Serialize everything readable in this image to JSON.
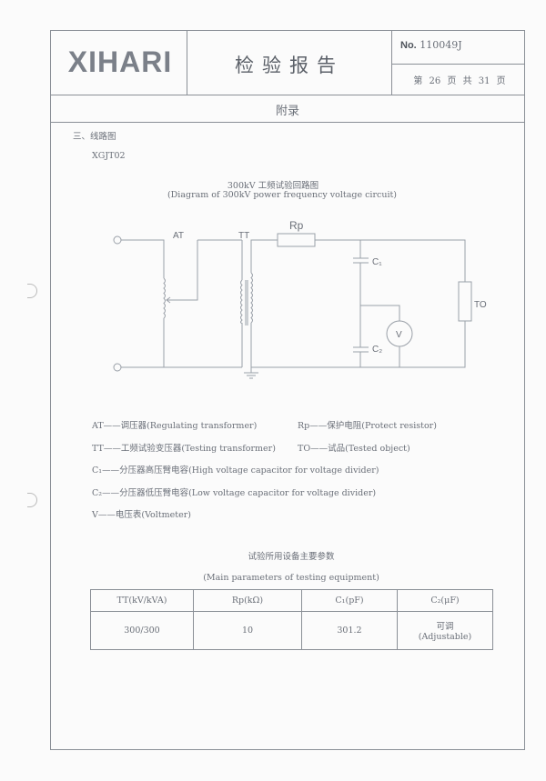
{
  "header": {
    "logo": "XIHARI",
    "title": "检验报告",
    "report_no_label": "No.",
    "report_no": "110049J",
    "page_info": "第 26 页 共 31 页"
  },
  "section_title": "附录",
  "subsection": "三、线路图",
  "model": "XGJT02",
  "diagram": {
    "title_cn": "300kV 工频试验回路图",
    "title_en": "(Diagram of 300kV power frequency voltage circuit)",
    "labels": {
      "at": "AT",
      "tt": "TT",
      "rp": "Rp",
      "c1": "C₁",
      "c2": "C₂",
      "v": "V",
      "to": "TO"
    }
  },
  "legend": [
    "AT——调压器(Regulating transformer)",
    "Rp——保护电阻(Protect resistor)",
    "TT——工频试验变压器(Testing transformer)",
    "TO——试品(Tested object)",
    "C₁——分压器高压臂电容(High voltage capacitor for voltage divider)",
    "C₂——分压器低压臂电容(Low voltage capacitor for voltage divider)",
    "V——电压表(Voltmeter)"
  ],
  "table": {
    "title_cn": "试验所用设备主要参数",
    "title_en": "(Main parameters of testing equipment)",
    "headers": [
      "TT(kV/kVA)",
      "Rp(kΩ)",
      "C₁(pF)",
      "C₂(μF)"
    ],
    "row": [
      "300/300",
      "10",
      "301.2",
      "可调"
    ],
    "row_note": "(Adjustable)"
  }
}
